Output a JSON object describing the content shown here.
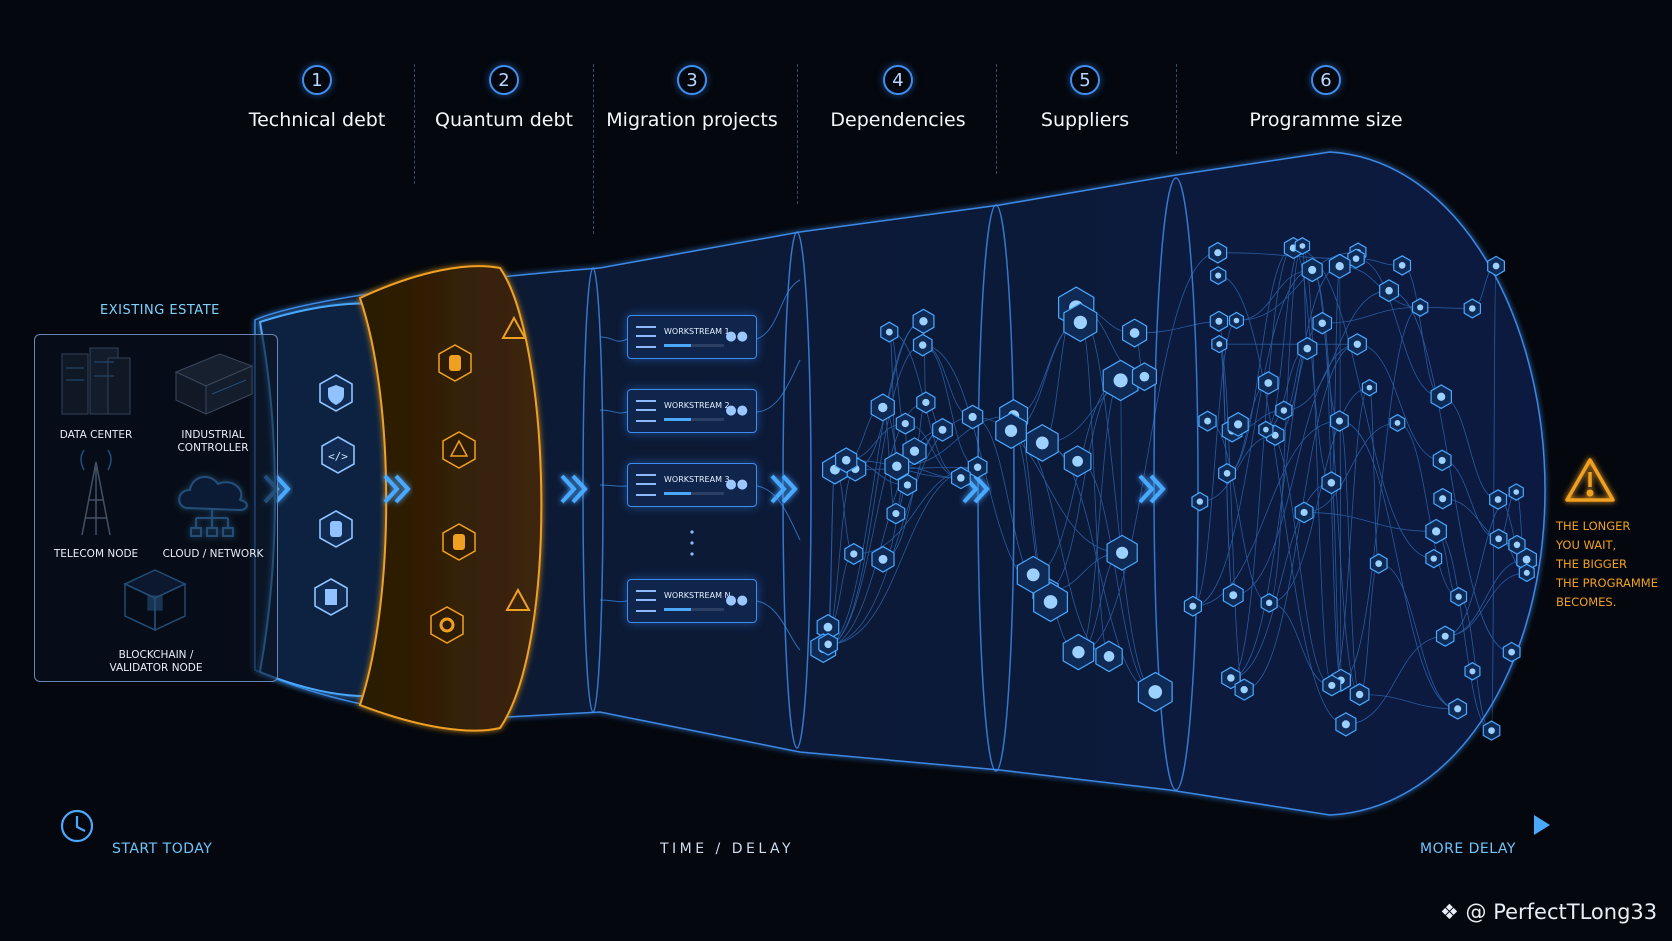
{
  "stages": [
    {
      "number": "1",
      "title": "Technical debt"
    },
    {
      "number": "2",
      "title": "Quantum debt"
    },
    {
      "number": "3",
      "title": "Migration projects"
    },
    {
      "number": "4",
      "title": "Dependencies"
    },
    {
      "number": "5",
      "title": "Suppliers"
    },
    {
      "number": "6",
      "title": "Programme size"
    }
  ],
  "estate": {
    "title": "EXISTING ESTATE",
    "items": [
      {
        "label": "DATA CENTER",
        "icon": "server-rack-icon"
      },
      {
        "label": "INDUSTRIAL\nCONTROLLER",
        "icon": "controller-icon"
      },
      {
        "label": "TELECOM NODE",
        "icon": "telecom-tower-icon"
      },
      {
        "label": "CLOUD / NETWORK",
        "icon": "cloud-network-icon"
      },
      {
        "label": "BLOCKCHAIN /\nVALIDATOR NODE",
        "icon": "blockchain-cube-icon"
      }
    ]
  },
  "workstreams": [
    {
      "label": "WORKSTREAM 1",
      "progress": 0.45
    },
    {
      "label": "WORKSTREAM 2",
      "progress": 0.45
    },
    {
      "label": "WORKSTREAM 3",
      "progress": 0.45
    },
    {
      "label": "WORKSTREAM N",
      "progress": 0.45
    }
  ],
  "warning": {
    "text": "THE LONGER\nYOU WAIT,\nTHE BIGGER\nTHE PROGRAMME\nBECOMES.",
    "icon": "warning-triangle-icon"
  },
  "timeline": {
    "start": "START TODAY",
    "axis": "TIME / DELAY",
    "end": "MORE DELAY"
  },
  "watermark": "@ PerfectTLong33",
  "colors": {
    "accent": "#3f8ff0",
    "warning": "#f0a020",
    "background": "#04070d",
    "glow": "#4aa8ff"
  }
}
